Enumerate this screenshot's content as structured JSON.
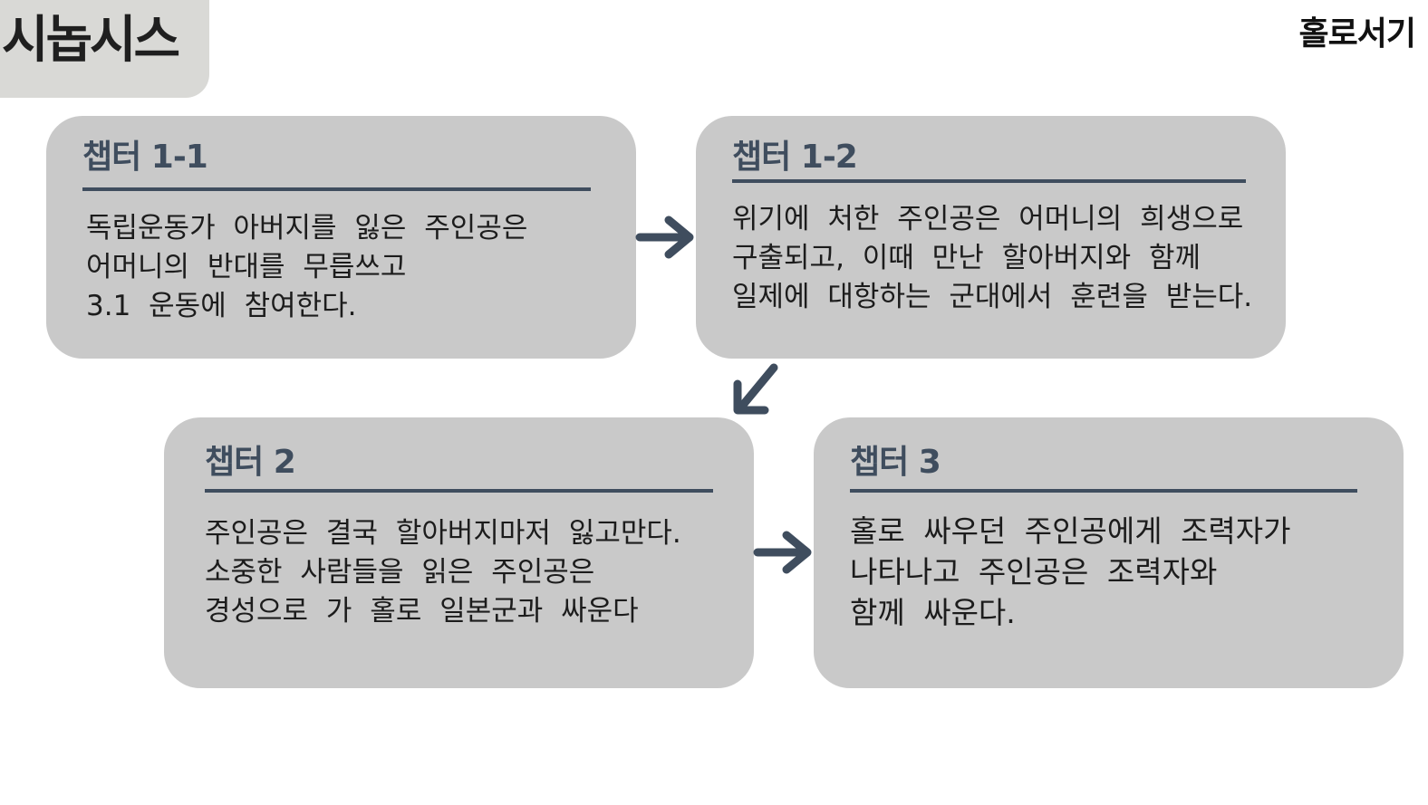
{
  "header": {
    "title": "시놉시스",
    "brand": "홀로서기"
  },
  "cards": [
    {
      "heading": "챕터 1-1",
      "lines": [
        "독립운동가 아버지를 잃은 주인공은",
        "어머니의 반대를 무릅쓰고",
        "3.1 운동에 참여한다."
      ]
    },
    {
      "heading": "챕터 1-2",
      "lines": [
        "위기에 처한 주인공은 어머니의 희생으로",
        "구출되고, 이때 만난 할아버지와 함께",
        "일제에 대항하는 군대에서 훈련을 받는다."
      ]
    },
    {
      "heading": "챕터 2",
      "lines": [
        "주인공은 결국 할아버지마저 잃고만다.",
        "소중한 사람들을 읽은 주인공은",
        "경성으로 가 홀로 일본군과 싸운다"
      ]
    },
    {
      "heading": "챕터 3",
      "lines": [
        "홀로 싸우던 주인공에게 조력자가",
        "나타나고 주인공은 조력자와",
        "함께 싸운다."
      ]
    }
  ],
  "colors": {
    "card_bg": "#c9c9c9",
    "accent": "#3f4d5e",
    "title_tab_bg": "#d9d9d6"
  },
  "icons": [
    "arrow-right-icon",
    "arrow-down-left-icon",
    "arrow-right-icon"
  ]
}
